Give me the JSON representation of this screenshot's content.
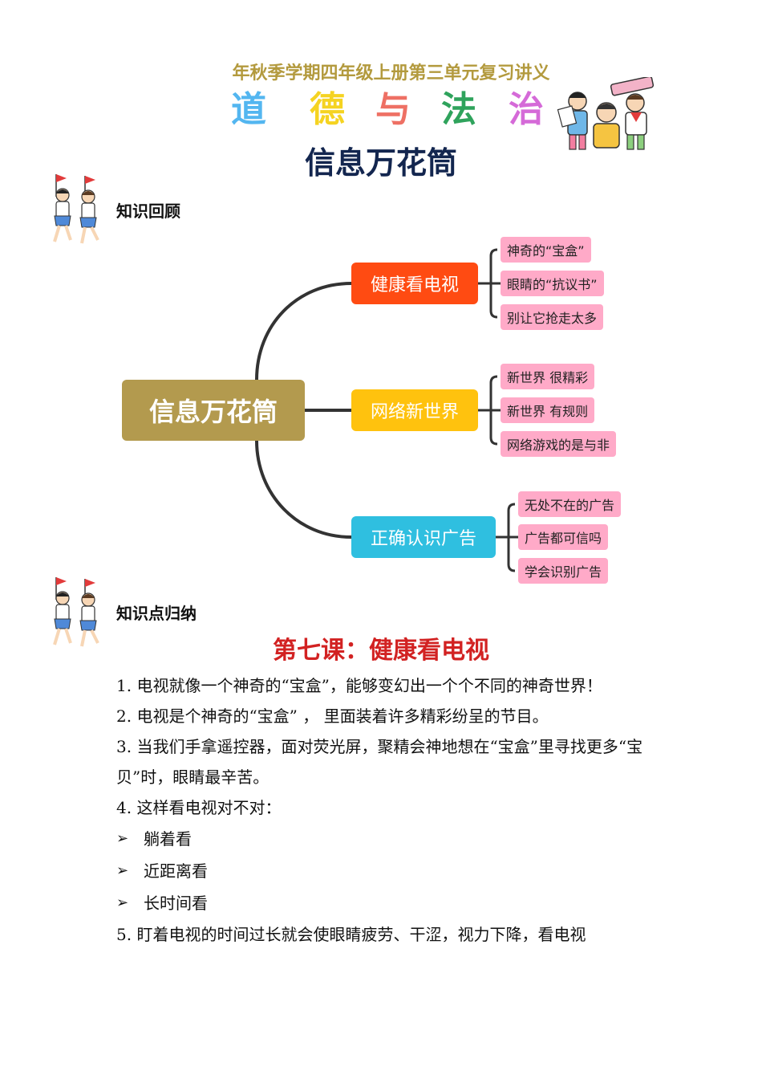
{
  "header": {
    "subtitle": "年秋季学期四年级上册第三单元复习讲义",
    "subject_chars": [
      {
        "char": "道",
        "color": "#53b6f0"
      },
      {
        "char": "德",
        "color": "#f5d321"
      },
      {
        "char": "与",
        "color": "#ee7064"
      },
      {
        "char": "法",
        "color": "#2fa35c"
      },
      {
        "char": "治",
        "color": "#d56ad8"
      }
    ],
    "title": "信息万花筒"
  },
  "sections": {
    "review_label": "知识回顾",
    "summary_label": "知识点归纳"
  },
  "mindmap": {
    "root": "信息万花筒",
    "branches": [
      {
        "label": "健康看电视",
        "color": "#ff4b12",
        "leaves": [
          "神奇的“宝盒”",
          "眼睛的“抗议书”",
          "别让它抢走太多"
        ]
      },
      {
        "label": "网络新世界",
        "color": "#ffc20e",
        "leaves": [
          "新世界 很精彩",
          "新世界 有规则",
          "网络游戏的是与非"
        ]
      },
      {
        "label": "正确认识广告",
        "color": "#2fbfe0",
        "leaves": [
          "无处不在的广告",
          "广告都可信吗",
          "学会识别广告"
        ]
      }
    ]
  },
  "lesson": {
    "title": "第七课：健康看电视",
    "p1": "1. 电视就像一个神奇的“宝盒”，能够变幻出一个个不同的神奇世界！",
    "p2": "2. 电视是个神奇的“宝盒” ， 里面装着许多精彩纷呈的节目。",
    "p3": "3. 当我们手拿遥控器，面对荧光屏，聚精会神地想在“宝盒”里寻找更多“宝贝”时，眼睛最辛苦。",
    "p4": "4. 这样看电视对不对：",
    "bullets": [
      "躺着看",
      "近距离看",
      "长时间看"
    ],
    "bullet_symbol": "➢",
    "p5": "5. 盯着电视的时间过长就会使眼睛疲劳、干涩，视力下降，看电视"
  }
}
